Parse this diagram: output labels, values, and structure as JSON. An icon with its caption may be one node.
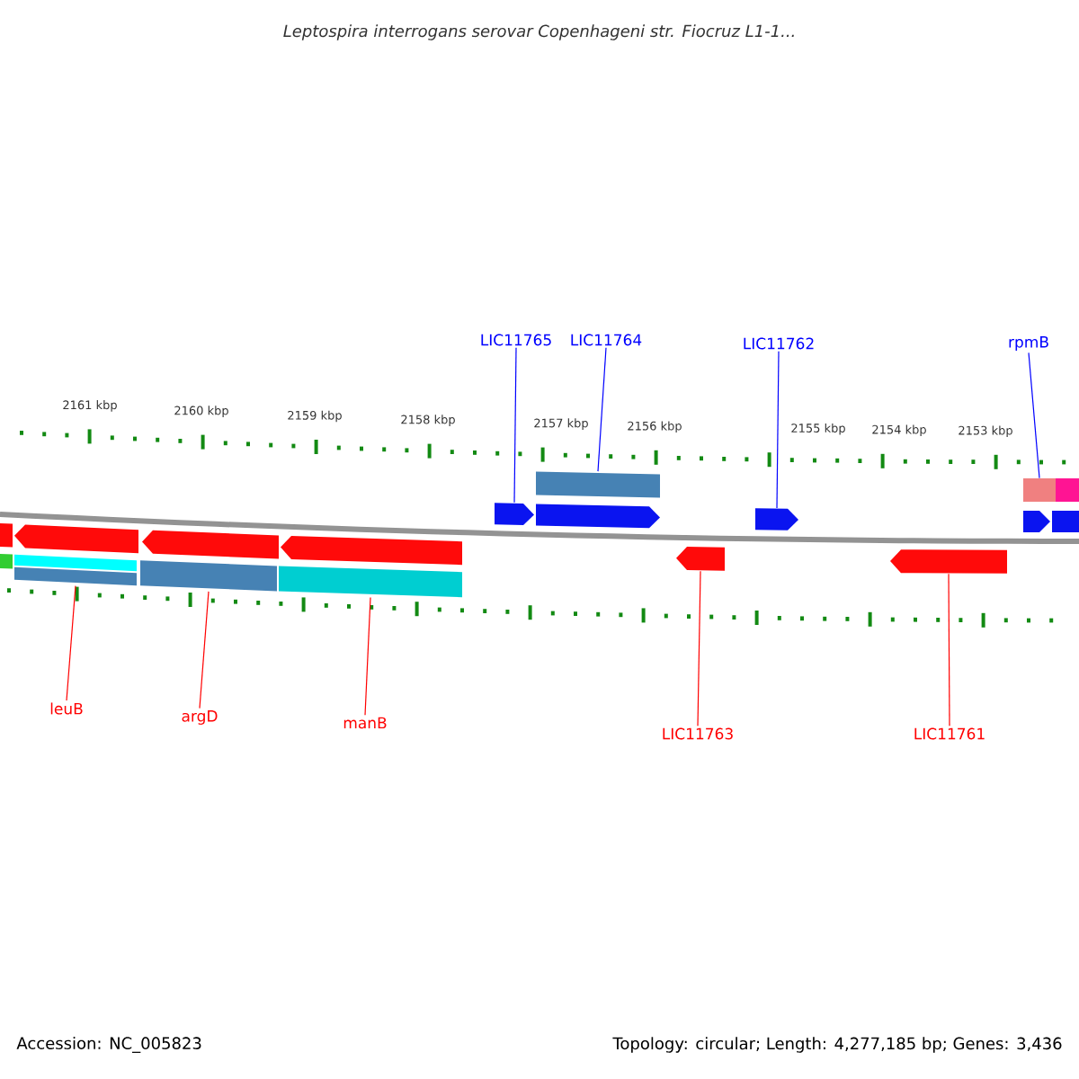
{
  "diagram": {
    "title": "Leptospira interrogans serovar Copenhageni str. Fiocruz L1-1...",
    "nodes": [
      {
        "text": [
          "LIC11765"
        ]
      },
      {
        "text": [
          "LIC11764"
        ]
      },
      {
        "text": [
          "LIC11762"
        ]
      },
      {
        "text": [
          "rpmB"
        ]
      },
      {
        "text": [
          "leuB"
        ]
      },
      {
        "text": [
          "argD"
        ]
      },
      {
        "text": [
          "manB"
        ]
      },
      {
        "text": [
          "LIC11763"
        ]
      },
      {
        "text": [
          "LIC11761"
        ]
      },
      {
        "text": [],
        "shape": "box"
      },
      {
        "text": [],
        "shape": "pentagon"
      },
      {
        "text": [],
        "shape": "pentagon"
      },
      {
        "text": [],
        "shape": "pentagon"
      },
      {
        "text": [],
        "shape": "pentagon"
      },
      {
        "text": [],
        "shape": "box"
      },
      {
        "text": [],
        "shape": "pentagon"
      },
      {
        "text": [],
        "shape": "pentagon"
      },
      {
        "text": [],
        "shape": "pentagon"
      },
      {
        "text": [],
        "shape": "pentagon"
      },
      {
        "text": [],
        "shape": "box"
      },
      {
        "text": [],
        "shape": "box"
      },
      {
        "text": [],
        "shape": "pentagon"
      },
      {
        "text": [],
        "shape": "box"
      },
      {
        "text": [],
        "shape": "box"
      },
      {
        "text": [],
        "shape": "box"
      },
      {
        "text": [],
        "shape": "box"
      },
      {
        "text": [],
        "shape": "box"
      },
      {
        "text": [],
        "shape": "box"
      }
    ],
    "edges": [
      {
        "from": 0,
        "to": 13,
        "arrow": "none",
        "color": "#0000ff"
      },
      {
        "from": 1,
        "to": 14,
        "arrow": "none",
        "color": "#0000ff"
      },
      {
        "from": 2,
        "to": 17,
        "arrow": "none",
        "color": "#0000ff"
      },
      {
        "from": 3,
        "to": 19,
        "arrow": "none",
        "color": "#0000ff"
      },
      {
        "from": 4,
        "to": 25,
        "arrow": "none"
      },
      {
        "from": 5,
        "to": 26,
        "arrow": "none"
      },
      {
        "from": 6,
        "to": 27,
        "arrow": "none"
      },
      {
        "from": 7,
        "to": 16,
        "arrow": "none"
      },
      {
        "from": 8,
        "to": 18,
        "arrow": "none"
      }
    ],
    "labels": [
      "2161 kbp",
      "2160 kbp",
      "2159 kbp",
      "2158 kbp",
      "2157 kbp",
      "2156 kbp",
      "2155 kbp",
      "2154 kbp",
      "2153 kbp",
      "Accession: NC_005823",
      "Topology: circular; Length: 4,277,185 bp; Genes: 3,436"
    ]
  }
}
